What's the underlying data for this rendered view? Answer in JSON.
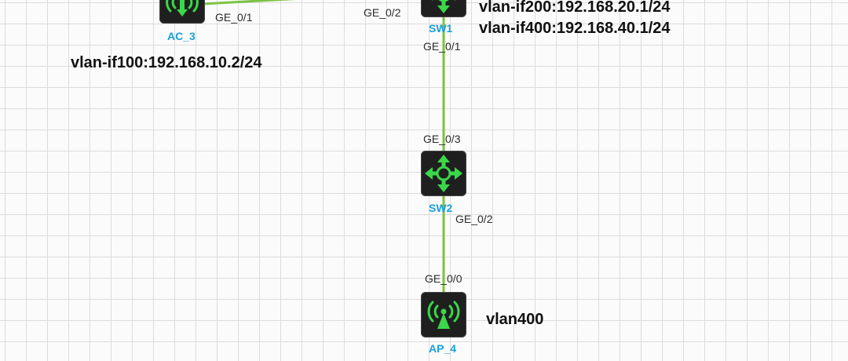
{
  "colors": {
    "link": "#7dc242",
    "device_body": "#1f1f1f",
    "icon_green": "#39d84a",
    "device_label": "#1aa0d8"
  },
  "devices": {
    "ac3": {
      "label": "AC_3",
      "icon": "wireless-controller-icon"
    },
    "sw1": {
      "label": "SW1",
      "icon": "switch-icon"
    },
    "sw2": {
      "label": "SW2",
      "icon": "switch-icon"
    },
    "ap4": {
      "label": "AP_4",
      "icon": "access-point-icon"
    }
  },
  "ports": {
    "ac3_ge01": "GE_0/1",
    "sw1_ge02": "GE_0/2",
    "sw1_ge01": "GE_0/1",
    "sw2_ge03": "GE_0/3",
    "sw2_ge02": "GE_0/2",
    "ap4_ge00": "GE_0/0"
  },
  "notes": {
    "ac3_vlanif": "vlan-if100:192.168.10.2/24",
    "sw1_vlanif200": "vlan-if200:192.168.20.1/24",
    "sw1_vlanif400": "vlan-if400:192.168.40.1/24",
    "ap4_vlan": "vlan400"
  }
}
